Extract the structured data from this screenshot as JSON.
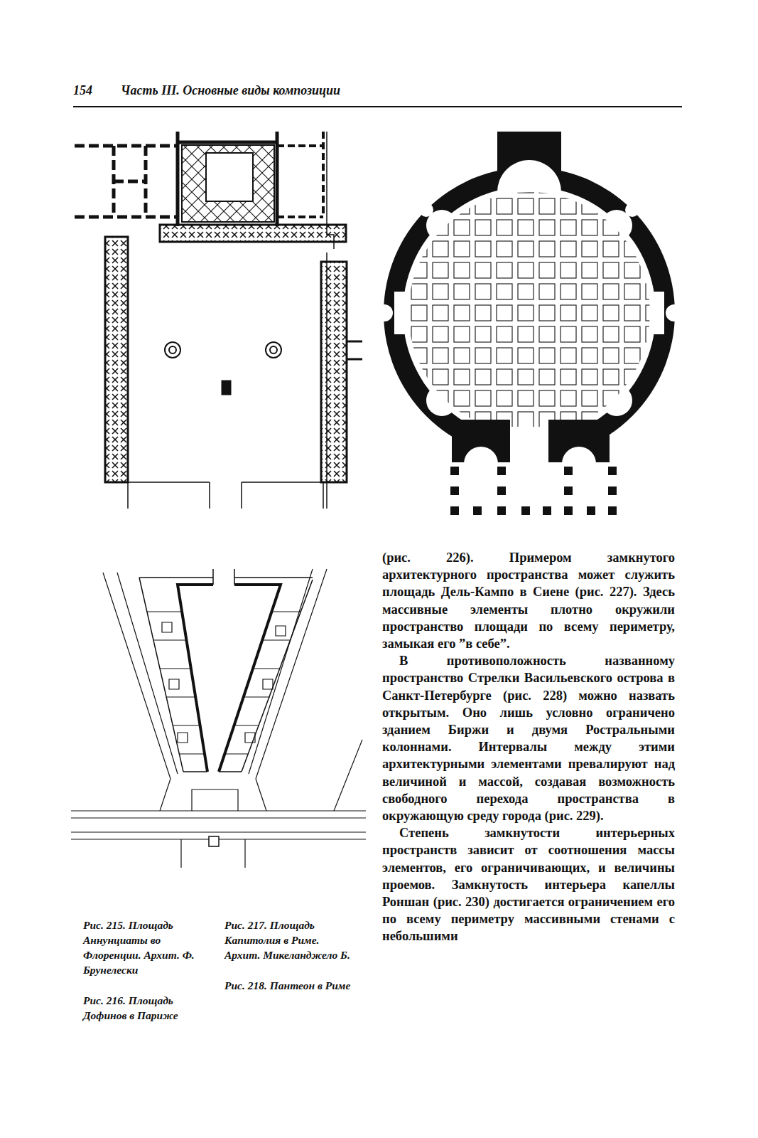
{
  "diagram": {
    "labels": [
      "154",
      "Часть III. Основные виды композиции",
      "(рис. 226). Примером замкнутого архитектурного пространства может служить площадь Дель-Кампо в Сиене (рис. 227). Здесь массивные элементы плотно окружили пространство площади по всему периметру, замыкая его ”в себе”.",
      "В противоположность названному пространство Стрелки Васильевского острова в Санкт-Петербурге (рис. 228) можно назвать открытым. Оно лишь условно ограничено зданием Биржи и двумя Ростральными колоннами. Интервалы между этими архитектурными элементами превалируют над величиной и массой, создавая возможность свободного перехода пространства в окружающую среду города (рис. 229).",
      "Степень замкнутости интерьерных пространств зависит от соотношения массы элементов, его ограничивающих, и величины проемов. Замкнутость интерьера капеллы Роншан (рис. 230) достигается ограничением его по всему периметру массивными стенами с небольшими",
      "Рис. 215. Площадь Аннунциаты во Флоренции. Архит. Ф. Брунелески",
      "Рис. 217. Площадь Капитолия в Риме. Архит. Микеланджело Б.",
      "Рис. 216. Площадь Дофинов в Париже",
      "Рис. 218. Пантеон в Риме"
    ]
  }
}
